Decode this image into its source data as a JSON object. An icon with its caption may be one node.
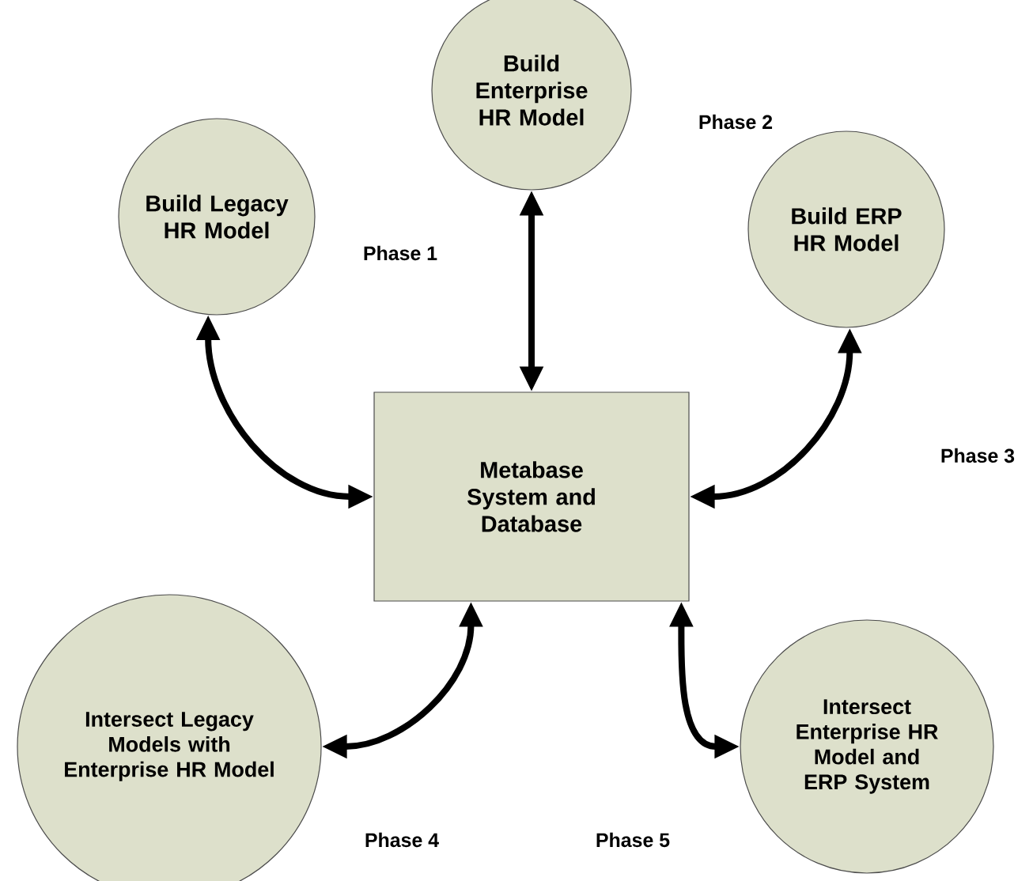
{
  "diagram": {
    "nodes": [
      {
        "text": [
          "Metabase System and Database"
        ]
      },
      {
        "text": [
          "Build Legacy HR Model"
        ]
      },
      {
        "text": [
          "Build Enterprise HR Model"
        ]
      },
      {
        "text": [
          "Build ERP HR Model"
        ]
      },
      {
        "text": [
          "Intersect Legacy Models with Enterprise HR Model"
        ]
      },
      {
        "text": [
          "Intersect Enterprise HR Model and ERP System"
        ]
      }
    ],
    "edges": [
      {
        "from": 1,
        "to": 0,
        "arrow": "both"
      },
      {
        "from": 2,
        "to": 0,
        "arrow": "both"
      },
      {
        "from": 3,
        "to": 0,
        "arrow": "both"
      },
      {
        "from": 4,
        "to": 0,
        "arrow": "both"
      },
      {
        "from": 5,
        "to": 0,
        "arrow": "both"
      }
    ],
    "labels": [
      "Phase 2",
      "Phase 1",
      "Phase 3",
      "Phase 4",
      "Phase 5"
    ]
  }
}
